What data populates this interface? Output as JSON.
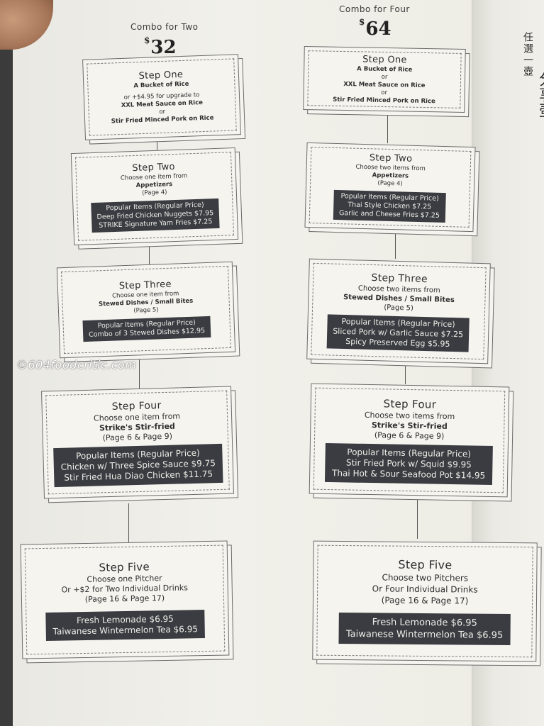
{
  "left": {
    "title": "Combo for Two",
    "currency": "$",
    "price": "32",
    "steps": [
      {
        "title": "Step One",
        "lines": [
          "A Bucket of Rice",
          "or +$4.95 for upgrade to",
          "XXL Meat Sauce on Rice",
          "or",
          "Stir Fried Minced Pork on Rice"
        ]
      },
      {
        "title": "Step Two",
        "lines": [
          "Choose one item from",
          "Appetizers",
          "(Page 4)"
        ],
        "box": [
          "Popular Items (Regular Price)",
          "Deep Fried Chicken Nuggets $7.95",
          "STRIKE Signature Yam Fries $7.25"
        ]
      },
      {
        "title": "Step Three",
        "lines": [
          "Choose one item from",
          "Stewed Dishes / Small Bites",
          "(Page 5)"
        ],
        "box": [
          "Popular Items (Regular Price)",
          "Combo of 3 Stewed Dishes $12.95"
        ]
      },
      {
        "title": "Step Four",
        "lines": [
          "Choose one item from",
          "Strike's Stir-fried",
          "(Page 6 & Page 9)"
        ],
        "box": [
          "Popular Items (Regular Price)",
          "Chicken w/ Three Spice Sauce $9.75",
          "Stir Fried Hua Diao Chicken $11.75"
        ]
      },
      {
        "title": "Step Five",
        "lines": [
          "Choose one Pitcher",
          "Or +$2 for Two Individual Drinks",
          "(Page 16 & Page 17)"
        ],
        "box": [
          "Fresh Lemonade $6.95",
          "Taiwanese Wintermelon Tea  $6.95"
        ]
      }
    ]
  },
  "right": {
    "title": "Combo for Four",
    "currency": "$",
    "price": "64",
    "steps": [
      {
        "title": "Step One",
        "lines": [
          "A Bucket of Rice",
          "or",
          "XXL Meat Sauce on Rice",
          "or",
          "Stir Fried Minced Pork on Rice"
        ]
      },
      {
        "title": "Step Two",
        "lines": [
          "Choose two items from",
          "Appetizers",
          "(Page 4)"
        ],
        "box": [
          "Popular Items (Regular Price)",
          "Thai Style Chicken $7.25",
          "Garlic and Cheese Fries $7.25"
        ]
      },
      {
        "title": "Step Three",
        "lines": [
          "Choose two items from",
          "Stewed Dishes / Small Bites",
          "(Page 5)"
        ],
        "box": [
          "Popular Items (Regular Price)",
          "Sliced Pork w/ Garlic Sauce $7.25",
          "Spicy Preserved Egg $5.95"
        ]
      },
      {
        "title": "Step Four",
        "lines": [
          "Choose two items from",
          "Strike's Stir-fried",
          "(Page 6 & Page 9)"
        ],
        "box": [
          "Popular Items (Regular Price)",
          "Stir Fried Pork w/ Squid $9.95",
          "Thai Hot & Sour Seafood Pot $14.95"
        ]
      },
      {
        "title": "Step Five",
        "lines": [
          "Choose two Pitchers",
          "Or Four Individual Drinks",
          "(Page 16 & Page 17)"
        ],
        "box": [
          "Fresh Lemonade $6.95",
          "Taiwanese Wintermelon Tea  $6.95"
        ]
      }
    ]
  },
  "side_page": {
    "small_text": "任選一壺",
    "big_text": "分享壺"
  },
  "watermark": "©604foodcritic.com"
}
